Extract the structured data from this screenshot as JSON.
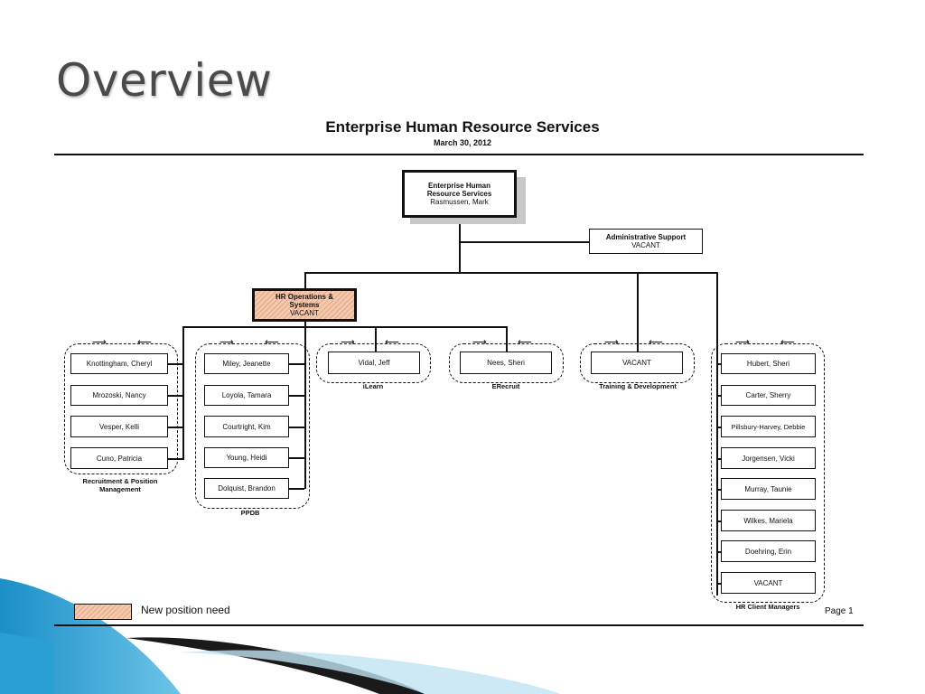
{
  "slide": {
    "title": "Overview"
  },
  "chart": {
    "title": "Enterprise Human Resource Services",
    "date": "March 30, 2012"
  },
  "top": {
    "line1": "Enterprise Human",
    "line2": "Resource Services",
    "line3": "Rasmussen, Mark"
  },
  "admin": {
    "line1": "Administrative Support",
    "line2": "VACANT"
  },
  "hrops": {
    "line1": "HR Operations &",
    "line2": "Systems",
    "line3": "VACANT"
  },
  "recruitment": {
    "label_line1": "Recruitment & Position",
    "label_line2": "Management",
    "members": [
      "Knottingham, Cheryl",
      "Mrozoski, Nancy",
      "Vesper, Kelli",
      "Cuno, Patricia"
    ]
  },
  "ppdb": {
    "label": "PPDB",
    "members": [
      "Miley, Jeanette",
      "Loyola, Tamara",
      "Courtright, Kim",
      "Young, Heidi",
      "Dolquist, Brandon"
    ]
  },
  "ilearn": {
    "label": "iLearn",
    "members": [
      "Vidal, Jeff"
    ]
  },
  "erecruit": {
    "label": "ERecruit",
    "members": [
      "Nees, Sheri"
    ]
  },
  "training": {
    "label": "Training & Development",
    "members": [
      "VACANT"
    ]
  },
  "clientmgrs": {
    "label": "HR Client Managers",
    "members": [
      "Hubert, Sheri",
      "Carter, Sherry",
      "Pillsbury-Harvey, Debbie",
      "Jorgensen, Vicki",
      "Murray, Taunie",
      "Wilkes, Mariela",
      "Doehring, Erin",
      "VACANT"
    ]
  },
  "legend": {
    "label": "New position need"
  },
  "footer": {
    "page": "Page 1"
  }
}
